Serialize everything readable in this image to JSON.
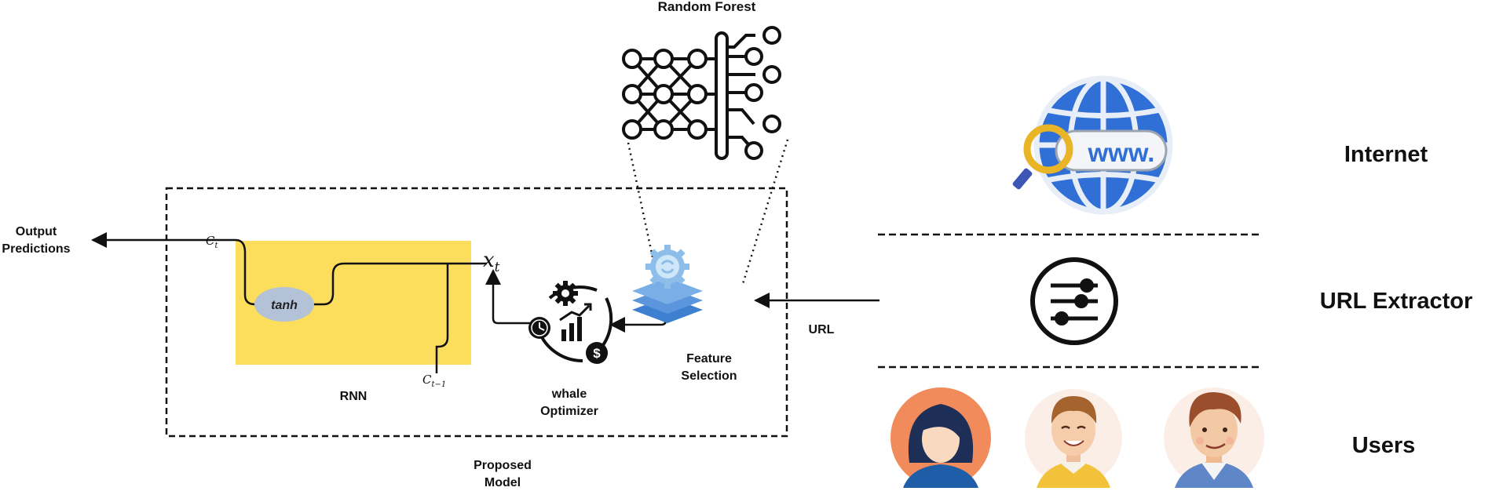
{
  "labels": {
    "random_forest": "Random Forest",
    "internet": "Internet",
    "url_extractor": "URL Extractor",
    "users": "Users",
    "url": "URL",
    "feature_selection_line1": "Feature",
    "feature_selection_line2": "Selection",
    "whale_optimizer_line1": "whale",
    "whale_optimizer_line2": "Optimizer",
    "rnn": "RNN",
    "proposed_model_line1": "Proposed",
    "proposed_model_line2": "Model",
    "output_line1": "Output",
    "output_line2": "Predictions",
    "tanh": "tanh",
    "xt_main": "x",
    "xt_sub": "t",
    "ct_main": "C",
    "ct_sub": "t",
    "ct1_main": "C",
    "ct1_sub": "t−1",
    "www": "www."
  },
  "colors": {
    "rnn_block": "#fcdd5c",
    "tanh_node": "#b4c2d8",
    "globe_blue": "#2f6fd6",
    "magnifier_gold": "#e9b526",
    "feature_blue": "#3f7fd0",
    "user1_bg": "#f28b5b",
    "user_bg_light": "#fbeee6"
  },
  "icons": [
    "neural-network-icon",
    "globe-www-icon",
    "filter-sliders-icon",
    "feature-layers-gear-icon",
    "whale-optimizer-icon",
    "user-woman-avatar",
    "user-man-smiling-avatar",
    "user-man-avatar"
  ]
}
